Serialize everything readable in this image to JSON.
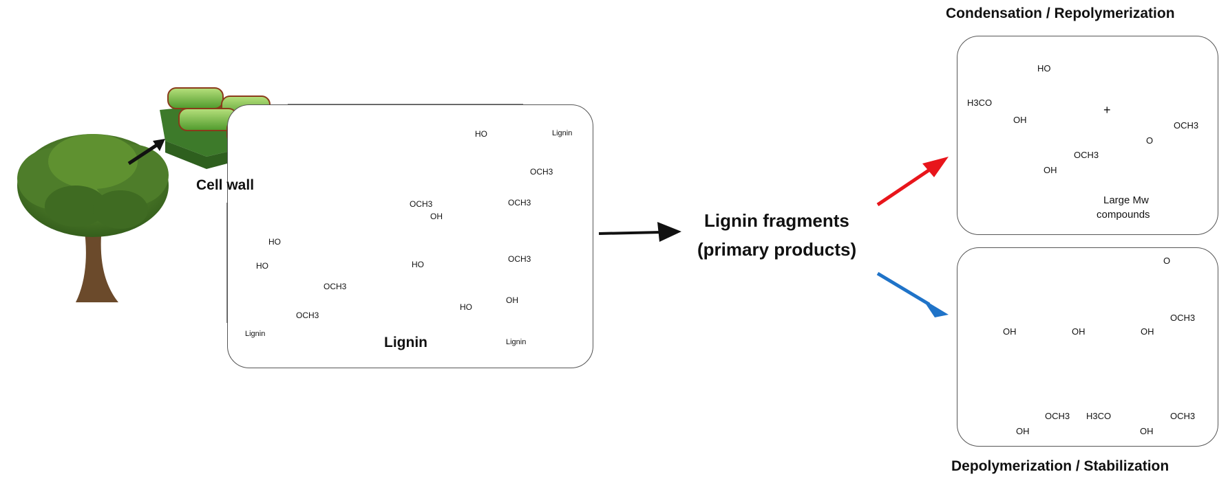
{
  "labels": {
    "cell_wall": "Cell wall",
    "lignin": "Lignin",
    "fragments_line1": "Lignin fragments",
    "fragments_line2": "(primary products)",
    "condensation": "Condensation / Repolymerization",
    "depolymerization": "Depolymerization / Stabilization",
    "large_mw_line1": "Large Mw",
    "large_mw_line2": "compounds",
    "plus": "+"
  },
  "chem_labels": {
    "lig_ho1": "HO",
    "lig_ho2": "HO",
    "lig_och3_1": "OCH3",
    "lig_och3_2": "OCH3",
    "lig_lignin_bottom_left": "Lignin",
    "lig_och3_top": "OCH3",
    "lig_oh_top": "OH",
    "lig_ho3": "HO",
    "lig_ho_top": "HO",
    "lig_lignin_top_right": "Lignin",
    "lig_och3_3": "OCH3",
    "lig_och3_4": "OCH3",
    "lig_och3_5": "OCH3",
    "lig_ho4": "HO",
    "lig_oh4": "OH",
    "lig_lignin_bottom_right": "Lignin",
    "cond_h3co": "H3CO",
    "cond_oh1": "OH",
    "cond_ho": "HO",
    "cond_och3": "OCH3",
    "cond_oh2": "OH",
    "cond_och3_b": "OCH3",
    "cond_o": "O",
    "dep_oh1": "OH",
    "dep_oh2": "OH",
    "dep_oh3": "OH",
    "dep_och3_1": "OCH3",
    "dep_o": "O",
    "dep_oh4": "OH",
    "dep_och3_2": "OCH3",
    "dep_h3co": "H3CO",
    "dep_oh5": "OH",
    "dep_och3_3": "OCH3"
  },
  "colors": {
    "red_arrow": "#e8151b",
    "blue_arrow": "#1f73c8",
    "black_arrow": "#111111",
    "tree_leaf": "#4e7d2a",
    "tree_trunk": "#6b4a2b",
    "cell_green": "#7dc142"
  }
}
